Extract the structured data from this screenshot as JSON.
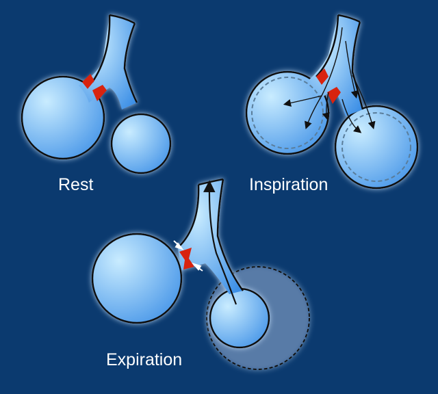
{
  "labels": {
    "rest": "Rest",
    "inspiration": "Inspiration",
    "expiration": "Expiration"
  },
  "colors": {
    "background": "#0b3a6f",
    "alveolus": "#5aaaf0",
    "alveolus_light": "#bfe6ff",
    "obstruction": "#d8230f",
    "outline": "#111111"
  }
}
